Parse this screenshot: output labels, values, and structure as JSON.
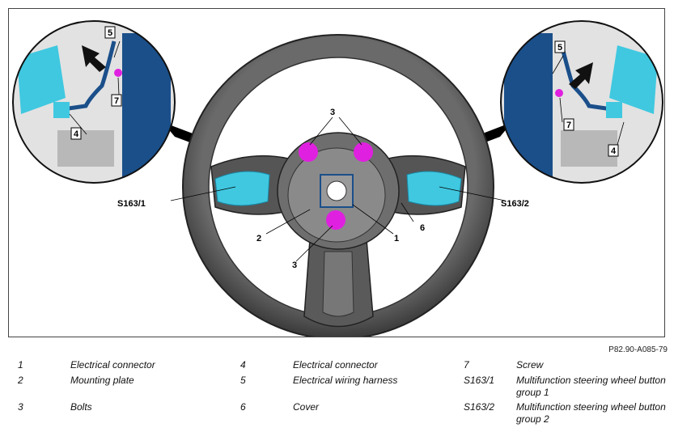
{
  "figure_id": "P82.90-A085-79",
  "callouts": {
    "c1": "1",
    "c2": "2",
    "c3a": "3",
    "c3b": "3",
    "c4l": "4",
    "c4r": "4",
    "c5l": "5",
    "c5r": "5",
    "c6": "6",
    "c7l": "7",
    "c7r": "7",
    "s163_1": "S163/1",
    "s163_2": "S163/2"
  },
  "legend": [
    {
      "num": "1",
      "text": "Electrical connector"
    },
    {
      "num": "2",
      "text": "Mounting plate"
    },
    {
      "num": "3",
      "text": "Bolts"
    },
    {
      "num": "4",
      "text": "Electrical connector"
    },
    {
      "num": "5",
      "text": "Electrical wiring harness"
    },
    {
      "num": "6",
      "text": "Cover"
    },
    {
      "num": "7",
      "text": "Screw"
    },
    {
      "num": "S163/1",
      "text": "Multifunction steering wheel button group 1"
    },
    {
      "num": "S163/2",
      "text": "Multifunction steering wheel button group 2"
    }
  ],
  "colors": {
    "wheel_dark": "#4a4a4a",
    "wheel_mid": "#7d7d7d",
    "button_cyan": "#40c8e0",
    "bolt_magenta": "#e020e0",
    "harness_blue": "#1a4f8a"
  }
}
